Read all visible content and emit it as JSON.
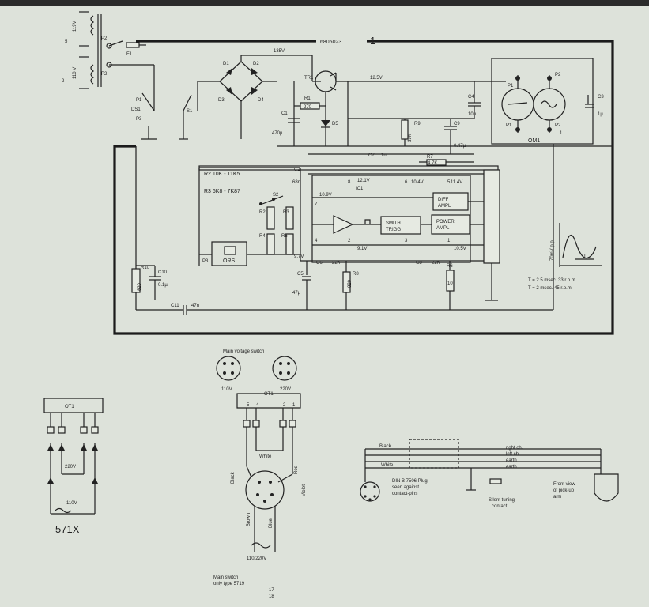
{
  "main_schematic": {
    "part_number": "6805023",
    "part_suffix": "1",
    "transformer_taps": {
      "tap_119v": "119V",
      "tap_110v": "110 V",
      "tap_5": "5",
      "tap_2": "2"
    },
    "switch_labels": {
      "p2": "P2",
      "p2b": "P2",
      "f1": "F1",
      "p1": "P1",
      "ds1": "DS1",
      "p3": "P3",
      "s1": "S1"
    },
    "rectifier": {
      "d1": "D1",
      "d2": "D2",
      "d3": "D3",
      "d4": "D4"
    },
    "power_stage": {
      "voltage_135": "135V",
      "tr1": "TR1",
      "voltage_125": "12.5V",
      "r1": "R1",
      "r1_value": "270",
      "c1": "C1",
      "c1_value": "470µ",
      "d5": "D5"
    },
    "caps": {
      "c4": "C4",
      "c4_value": "10µ",
      "r9": "R9",
      "r9_value": "39K",
      "c9": "C9",
      "c9_value": "0.47µ",
      "c7": "C7",
      "c7_value": "1n",
      "r7": "R7",
      "r7_value": "4.7K",
      "c3": "C3",
      "c3_value": "1µ"
    },
    "motor": {
      "label": "OM1",
      "p1": "P1",
      "p1r": "P1",
      "p2": "P2",
      "p2b": "P2",
      "n1": "1"
    },
    "ic": {
      "r2_line": "R2  10K - 11K5",
      "r3_line": "R3  6K8 - 7K87",
      "s2": "S2",
      "c2": "C2",
      "c2_value": "68n",
      "ic1": "IC1",
      "v121": "12.1V",
      "v104": "10.4V",
      "v114": "11.4V",
      "v109": "10.9V",
      "diff_ampl": "DIFF\nAMPL",
      "diff_a": "DIFF",
      "diff_b": "AMPL",
      "smith_a": "SMITH",
      "smith_b": "TRIGG",
      "power_a": "POWER",
      "power_b": "AMPL",
      "pin8": "8",
      "pin6": "6",
      "pin5": "5",
      "pin7": "7",
      "pin4": "4",
      "pin2": "2",
      "pin3": "3",
      "pin1": "1",
      "r4": "R4",
      "r5": "R5",
      "r2": "R2",
      "r3": "R3",
      "v97": "9.7V",
      "v91": "9.1V",
      "v105": "10.5V",
      "c6": "C6",
      "c6_value": "22n",
      "c8": "C8",
      "c8_value": "22n",
      "c5": "C5",
      "c5_value": "47µ",
      "r6": "R6",
      "r6_value": "820",
      "r8": "R8",
      "r8_value": "10",
      "ors": "ORS",
      "p3": "P3"
    },
    "left_rc": {
      "r10": "R10",
      "r10_value": "820",
      "c10": "C10",
      "c10_value": "0.1µ",
      "c11": "C11",
      "c11_value": "47n"
    },
    "waveform": {
      "ylabel": "70mV p.p.",
      "t_label": "T",
      "line1": "T = 2.5   msec. 33 r.p.m",
      "line2": "T = 2      msec. 45 r.p.m"
    }
  },
  "voltage_switch": {
    "title": "Main voltage switch",
    "v110": "110V",
    "v220": "220V",
    "o_t1": "OT1",
    "pins": [
      "5",
      "4",
      "2",
      "1"
    ],
    "white": "White",
    "black": "Black",
    "red": "Red",
    "violet": "Violet",
    "brown": "Brown",
    "blue": "Blue",
    "supply": "110/220V",
    "footnote_a": "Main switch",
    "footnote_b": "only type 5719",
    "footnote_c": "17",
    "footnote_d": "18"
  },
  "small_switch": {
    "o_t1": "OT1",
    "v220": "220V",
    "v110": "110V",
    "model": "571X"
  },
  "din_plug": {
    "black": "Black",
    "white": "White",
    "caption_a": "DIN B 7506 Plug",
    "caption_b": "seen against",
    "caption_c": "contact-pins",
    "silent_a": "Silent tuning",
    "silent_b": "contact",
    "front_a": "Front view",
    "front_b": "of pick-up",
    "front_c": "arm",
    "wires": [
      "right ch.",
      "left ch.",
      "earth",
      "earth"
    ]
  }
}
